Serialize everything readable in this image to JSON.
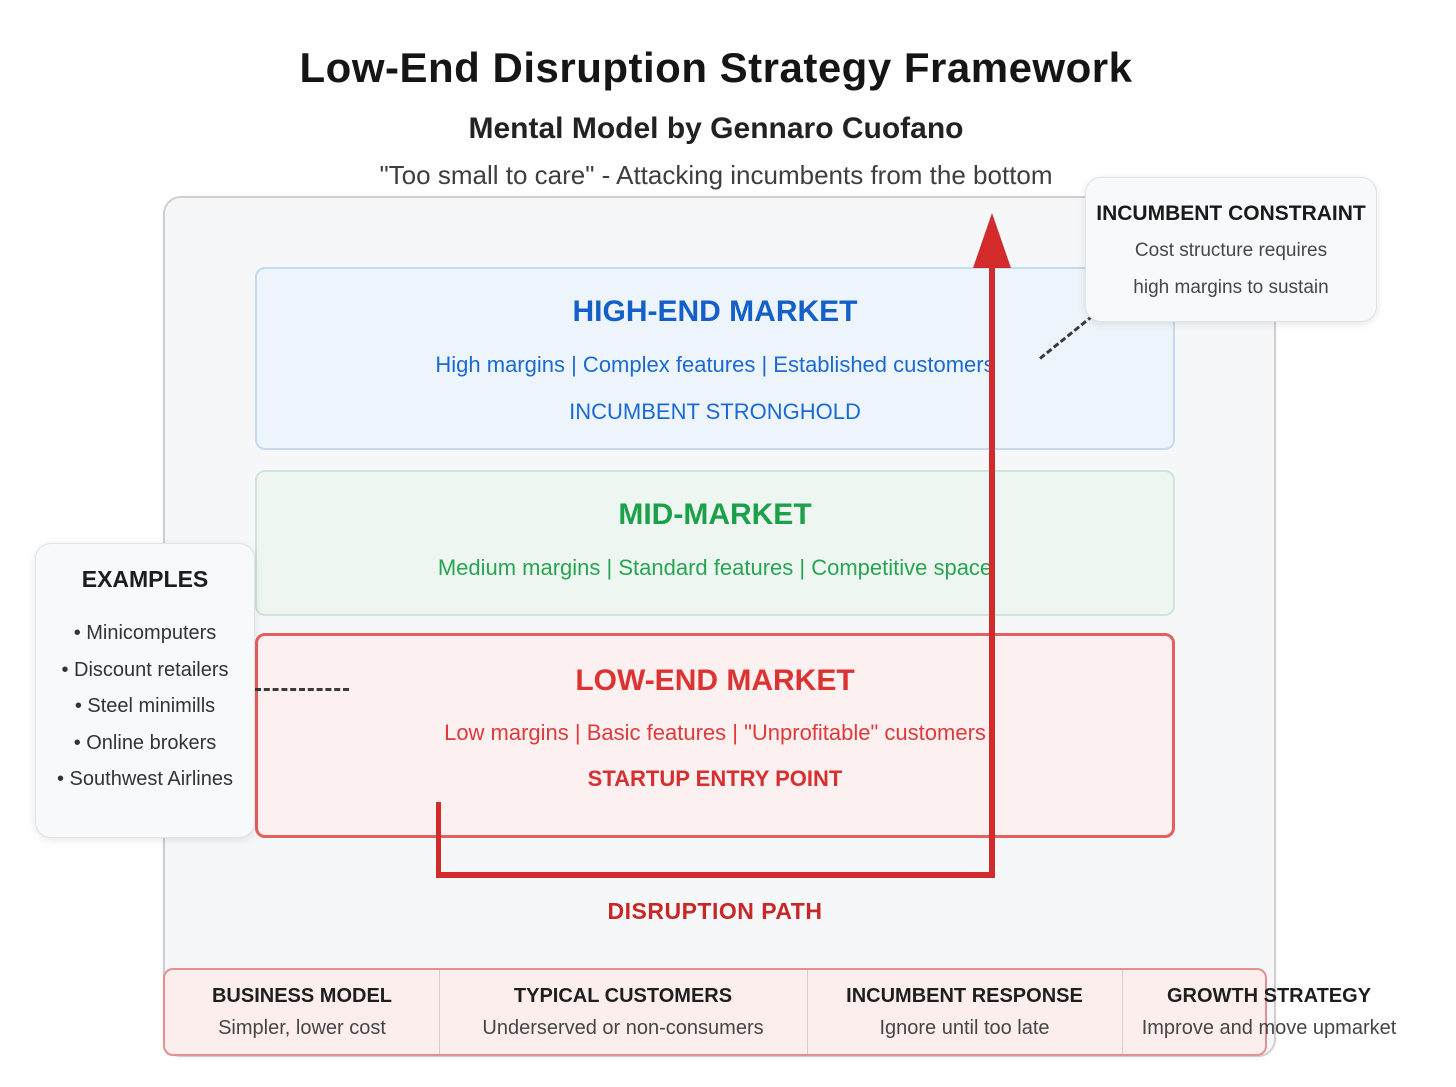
{
  "title": "Low-End Disruption Strategy Framework",
  "subtitle": "Mental Model by Gennaro Cuofano",
  "tagline": "\"Too small to care\" - Attacking incumbents from the bottom",
  "markets": {
    "high": {
      "heading": "HIGH-END MARKET",
      "attributes": "High margins | Complex features | Established customers",
      "note": "INCUMBENT STRONGHOLD"
    },
    "mid": {
      "heading": "MID-MARKET",
      "attributes": "Medium margins | Standard features | Competitive space"
    },
    "low": {
      "heading": "LOW-END MARKET",
      "attributes": "Low margins | Basic features | \"Unprofitable\" customers",
      "note": "STARTUP ENTRY POINT"
    }
  },
  "examples": {
    "heading": "EXAMPLES",
    "items": [
      "• Minicomputers",
      "• Discount retailers",
      "• Steel minimills",
      "• Online brokers",
      "• Southwest Airlines"
    ]
  },
  "incumbent_constraint": {
    "heading": "INCUMBENT CONSTRAINT",
    "line1": "Cost structure requires",
    "line2": "high margins to sustain"
  },
  "disruption_path_label": "DISRUPTION PATH",
  "bottom_row": [
    {
      "heading": "BUSINESS MODEL",
      "value": "Simpler, lower cost"
    },
    {
      "heading": "TYPICAL CUSTOMERS",
      "value": "Underserved or non-consumers"
    },
    {
      "heading": "INCUMBENT RESPONSE",
      "value": "Ignore until too late"
    },
    {
      "heading": "GROWTH STRATEGY",
      "value": "Improve and move upmarket"
    }
  ],
  "colors": {
    "arrow_red": "#d32b2b",
    "low_market_red": "#dc3232",
    "high_market_blue": "#1460c8",
    "mid_market_green": "#1da04a",
    "low_box_border": "#e65f5f",
    "frame_background": "#f6f7f9",
    "bottom_strip_background": "#fdeeee"
  }
}
